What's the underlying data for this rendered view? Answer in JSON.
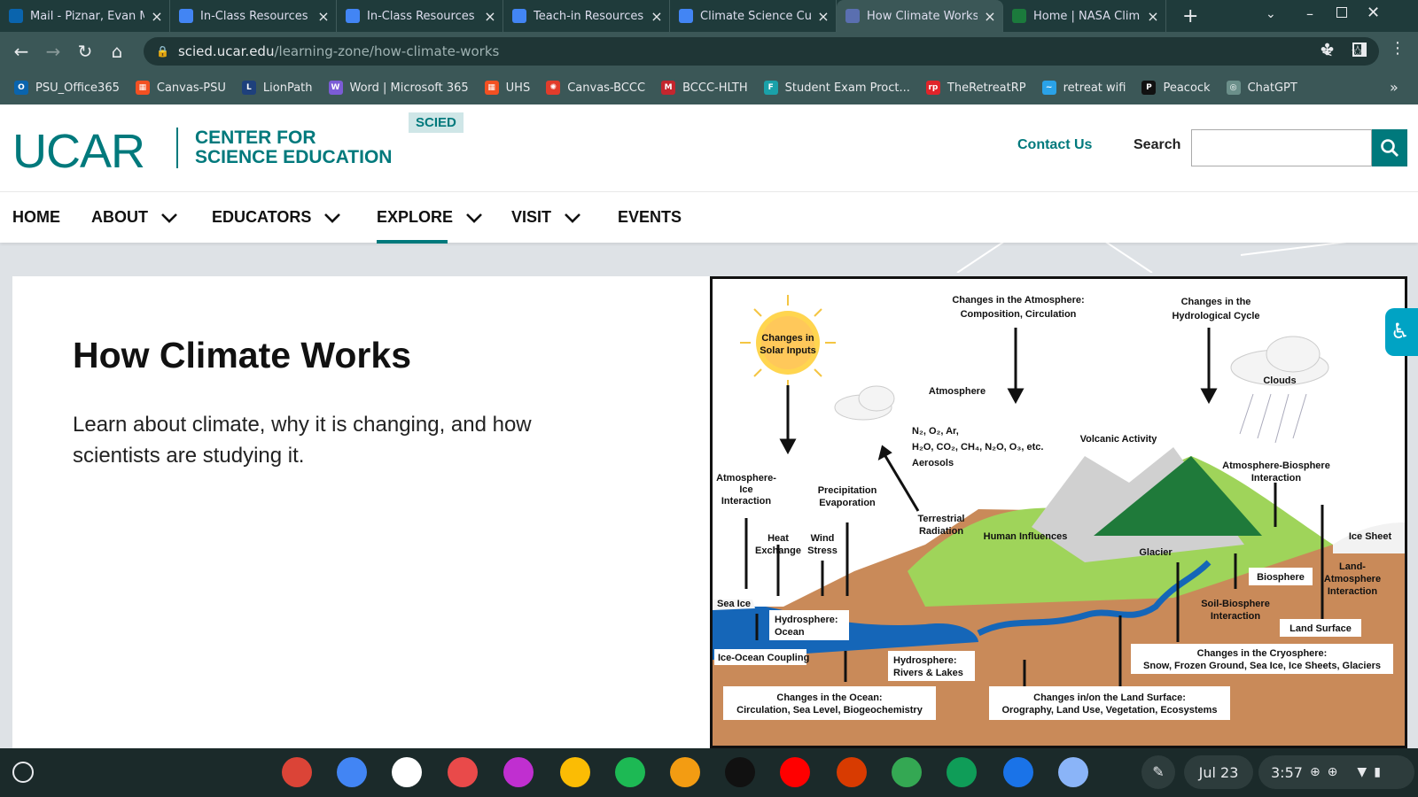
{
  "browser": {
    "tabs": [
      {
        "title": "Mail - Piznar, Evan M",
        "icon": "outlook-icon",
        "color": "#0a64ad",
        "active": false
      },
      {
        "title": "In-Class Resources",
        "icon": "docs-icon",
        "color": "#4285f4",
        "active": false
      },
      {
        "title": "In-Class Resources",
        "icon": "docs-icon",
        "color": "#4285f4",
        "active": false
      },
      {
        "title": "Teach-in Resources",
        "icon": "docs-icon",
        "color": "#4285f4",
        "active": false
      },
      {
        "title": "Climate Science Cu",
        "icon": "docs-icon",
        "color": "#4285f4",
        "active": false
      },
      {
        "title": "How Climate Works",
        "icon": "gear-icon",
        "color": "#5a6fb0",
        "active": true
      },
      {
        "title": "Home | NASA Clim",
        "icon": "nasa-icon",
        "color": "#1b7a3c",
        "active": false
      }
    ],
    "new_tab": "+",
    "url_host": "scied.ucar.edu",
    "url_path": "/learning-zone/how-climate-works",
    "bookmarks": [
      {
        "label": "PSU_Office365",
        "color": "#0a64ad",
        "glyph": "O"
      },
      {
        "label": "Canvas-PSU",
        "color": "#f25022",
        "glyph": "▦"
      },
      {
        "label": "LionPath",
        "color": "#1e407c",
        "glyph": "L"
      },
      {
        "label": "Word | Microsoft 365",
        "color": "#7b5cd6",
        "glyph": "W"
      },
      {
        "label": "UHS",
        "color": "#f25022",
        "glyph": "▦"
      },
      {
        "label": "Canvas-BCCC",
        "color": "#e13c2b",
        "glyph": "✺"
      },
      {
        "label": "BCCC-HLTH",
        "color": "#c4262e",
        "glyph": "M"
      },
      {
        "label": "Student Exam Proct...",
        "color": "#1aa1a9",
        "glyph": "F"
      },
      {
        "label": "TheRetreatRP",
        "color": "#e0242a",
        "glyph": "rp"
      },
      {
        "label": "retreat wifi",
        "color": "#2aa2e8",
        "glyph": "~"
      },
      {
        "label": "Peacock",
        "color": "#111111",
        "glyph": "P"
      },
      {
        "label": "ChatGPT",
        "color": "#6b8f8a",
        "glyph": "◎"
      }
    ],
    "more": "»"
  },
  "site": {
    "logo": "UCAR",
    "logo_sub_1": "CENTER FOR",
    "logo_sub_2": "SCIENCE EDUCATION",
    "badge": "SCIED",
    "contact": "Contact Us",
    "search_label": "Search",
    "nav": [
      "HOME",
      "ABOUT",
      "EDUCATORS",
      "EXPLORE",
      "VISIT",
      "EVENTS"
    ],
    "active_nav": "EXPLORE",
    "brand_color": "#00797c"
  },
  "content": {
    "title": "How Climate Works",
    "lead": "Learn about climate, why it is changing, and how scientists are studying it."
  },
  "diagram": {
    "sun_label_1": "Changes in",
    "sun_label_2": "Solar Inputs",
    "atmos_changes_1": "Changes in the Atmosphere:",
    "atmos_changes_2": "Composition, Circulation",
    "hydro_changes_1": "Changes in the",
    "hydro_changes_2": "Hydrological Cycle",
    "atmosphere": "Atmosphere",
    "clouds": "Clouds",
    "gases_1": "N₂, O₂, Ar,",
    "gases_2": "H₂O, CO₂, CH₄, N₂O, O₃, etc.",
    "gases_3": "Aerosols",
    "volcanic": "Volcanic Activity",
    "atm_bio_1": "Atmosphere-Biosphere",
    "atm_bio_2": "Interaction",
    "atm_ice_1": "Atmosphere-",
    "atm_ice_2": "Ice",
    "atm_ice_3": "Interaction",
    "precip_1": "Precipitation",
    "precip_2": "Evaporation",
    "terrestrial_1": "Terrestrial",
    "terrestrial_2": "Radiation",
    "human": "Human Influences",
    "glacier": "Glacier",
    "ice_sheet": "Ice Sheet",
    "heat_1": "Heat",
    "heat_2": "Exchange",
    "wind_1": "Wind",
    "wind_2": "Stress",
    "biosphere": "Biosphere",
    "land_atm_1": "Land-",
    "land_atm_2": "Atmosphere",
    "land_atm_3": "Interaction",
    "sea_ice": "Sea Ice",
    "hydro_ocean_1": "Hydrosphere:",
    "hydro_ocean_2": "Ocean",
    "soil_bio_1": "Soil-Biosphere",
    "soil_bio_2": "Interaction",
    "land_surface": "Land Surface",
    "ice_ocean": "Ice-Ocean Coupling",
    "hydro_rivers_1": "Hydrosphere:",
    "hydro_rivers_2": "Rivers & Lakes",
    "cryo_1": "Changes in the Cryosphere:",
    "cryo_2": "Snow, Frozen Ground, Sea Ice, Ice Sheets, Glaciers",
    "ocean_changes_1": "Changes in the Ocean:",
    "ocean_changes_2": "Circulation, Sea Level, Biogeochemistry",
    "land_changes_1": "Changes in/on the Land Surface:",
    "land_changes_2": "Orography, Land Use, Vegetation, Ecosystems"
  },
  "taskbar": {
    "apps": [
      {
        "name": "chrome-icon",
        "color": "#db4437"
      },
      {
        "name": "calendar-icon",
        "color": "#4285f4"
      },
      {
        "name": "gmail-icon",
        "color": "#ffffff"
      },
      {
        "name": "canvas-icon",
        "color": "#e94a4a"
      },
      {
        "name": "art-icon",
        "color": "#c02fd0"
      },
      {
        "name": "photos-icon",
        "color": "#fbbc04"
      },
      {
        "name": "spotify-icon",
        "color": "#1db954"
      },
      {
        "name": "grammarly-icon",
        "color": "#f39c12"
      },
      {
        "name": "netflix-icon",
        "color": "#111111"
      },
      {
        "name": "youtube-icon",
        "color": "#ff0000"
      },
      {
        "name": "office-icon",
        "color": "#d83b01"
      },
      {
        "name": "play-store-icon",
        "color": "#34a853"
      },
      {
        "name": "sheets-icon",
        "color": "#0f9d58"
      },
      {
        "name": "files-icon",
        "color": "#1a73e8"
      },
      {
        "name": "window-icon",
        "color": "#8ab4f8"
      }
    ],
    "date": "Jul 23",
    "time": "3:57"
  }
}
